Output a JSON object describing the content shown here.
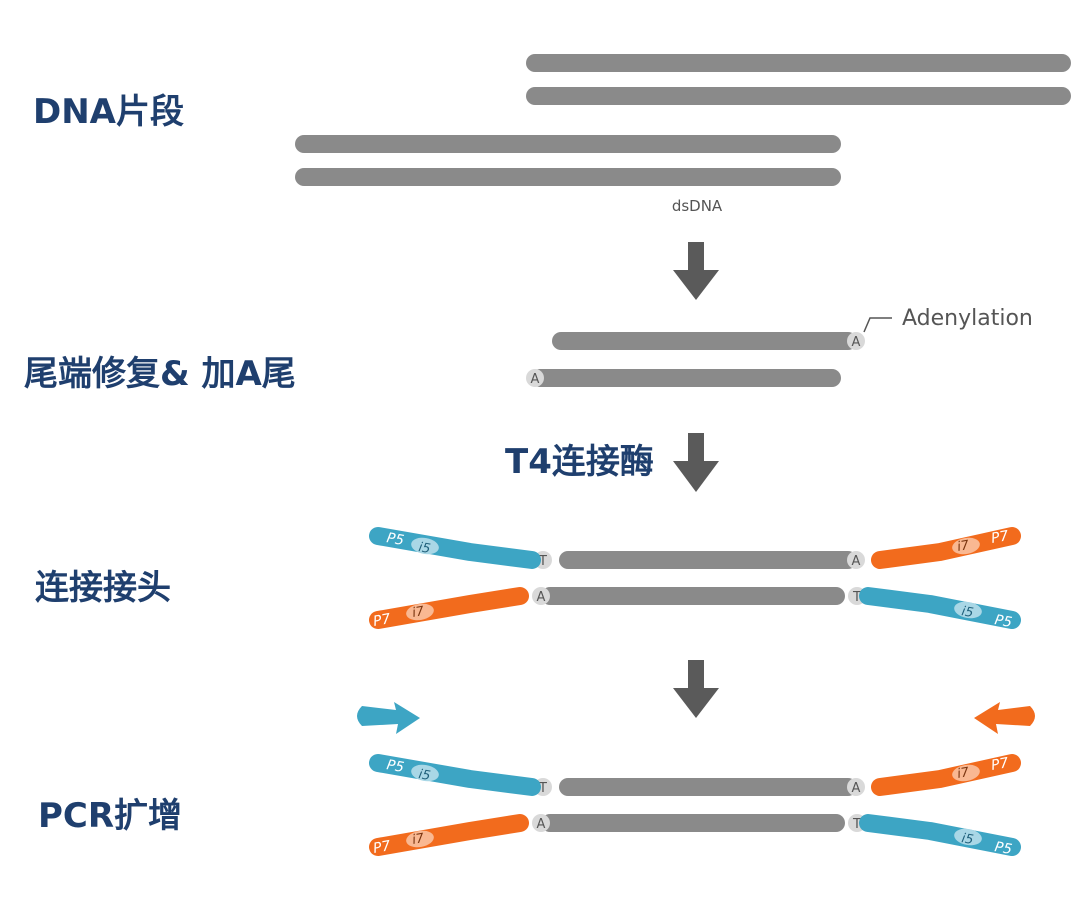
{
  "steps": {
    "dna_fragment": "DNA片段",
    "end_repair": "尾端修复& 加A尾",
    "ligase": "T4连接酶",
    "ligate_adapter": "连接接头",
    "pcr": "PCR扩增"
  },
  "labels": {
    "dsdna": "dsDNA",
    "adenylation": "Adenylation",
    "base_a": "A",
    "base_t": "T",
    "p5": "P5",
    "p7": "P7",
    "i5": "i5",
    "i7": "i7"
  },
  "colors": {
    "strand": "#8a8a8a",
    "arrow": "#5a5a5a",
    "adapter_blue": "#3da5c4",
    "adapter_orange": "#f26b1d",
    "label_blue": "#1f3f6e"
  }
}
